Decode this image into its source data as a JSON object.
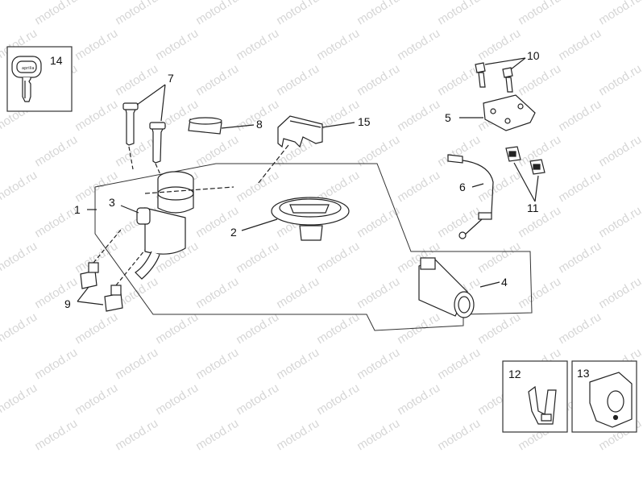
{
  "watermark": "motod.ru",
  "callouts": {
    "c1": "1",
    "c2": "2",
    "c3": "3",
    "c4": "4",
    "c5": "5",
    "c6": "6",
    "c7": "7",
    "c8": "8",
    "c9": "9",
    "c10": "10",
    "c11": "11",
    "c12": "12",
    "c13": "13",
    "c14": "14",
    "c15": "15"
  },
  "key_brand": "aprilia",
  "colors": {
    "line": "#222222",
    "watermark": "#d6d6d6",
    "background": "#ffffff"
  }
}
